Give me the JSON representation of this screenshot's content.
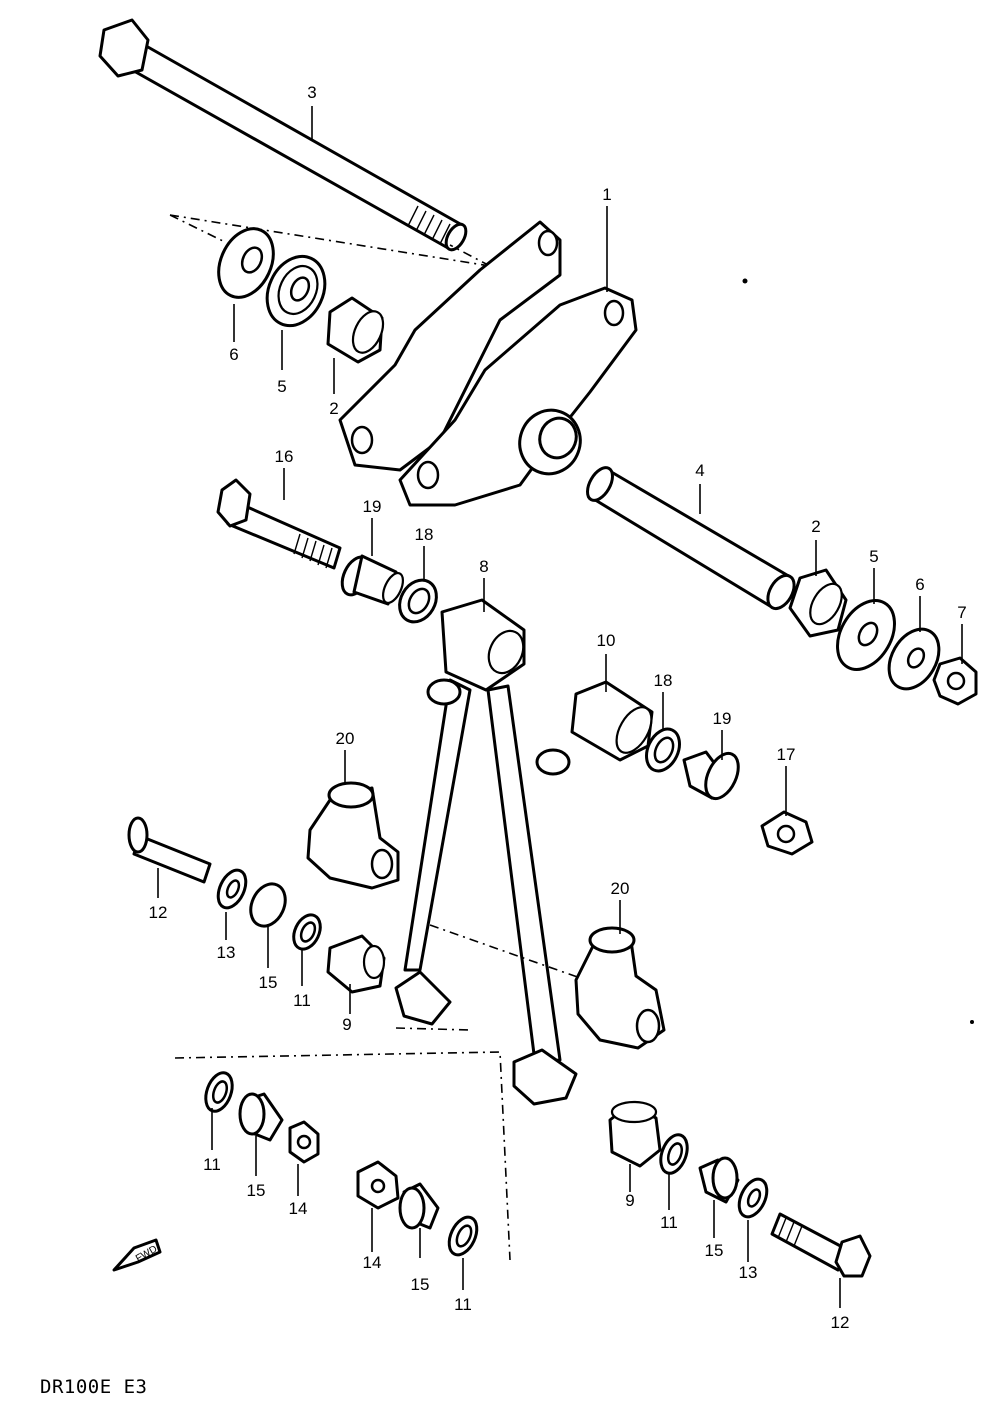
{
  "model_code": "DR100E  E3",
  "fwd_marker": "FWD",
  "callouts": {
    "c3": "3",
    "c1": "1",
    "c6a": "6",
    "c5a": "5",
    "c2a": "2",
    "c16": "16",
    "c19a": "19",
    "c18a": "18",
    "c8": "8",
    "c4": "4",
    "c2b": "2",
    "c5b": "5",
    "c6b": "6",
    "c7": "7",
    "c10": "10",
    "c18b": "18",
    "c19b": "19",
    "c17": "17",
    "c20a": "20",
    "c12a": "12",
    "c13a": "13",
    "c15a": "15",
    "c11a": "11",
    "c9a": "9",
    "c20b": "20",
    "c11b": "11",
    "c15b": "15",
    "c14a": "14",
    "c14b": "14",
    "c15c": "15",
    "c11c": "11",
    "c9b": "9",
    "c11d": "11",
    "c15d": "15",
    "c13b": "13",
    "c12b": "12"
  }
}
